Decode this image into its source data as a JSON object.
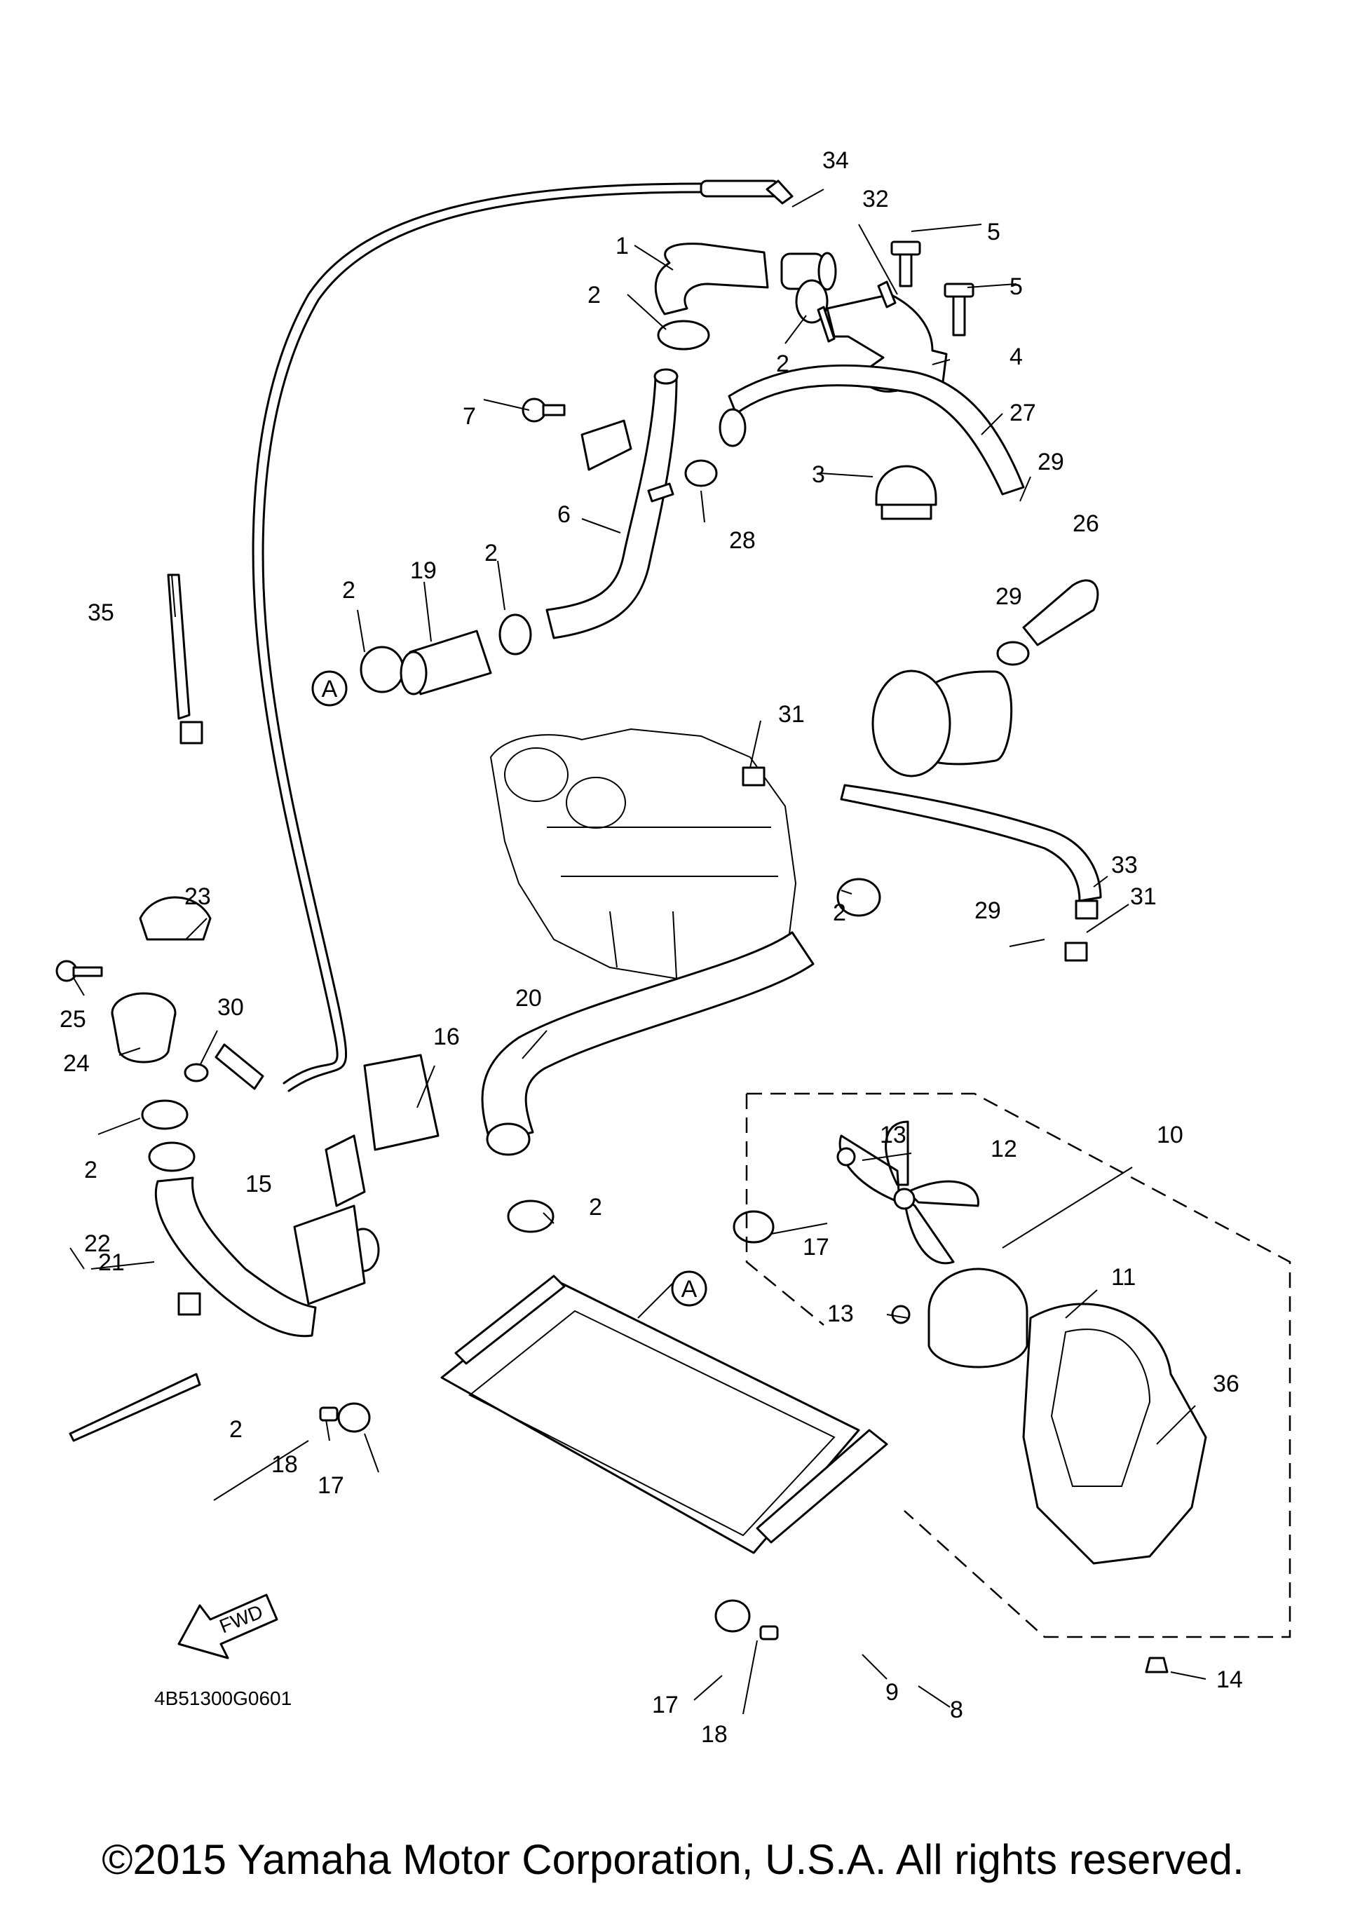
{
  "diagram_ref": "4B51300G0601",
  "copyright": "©2015 Yamaha Motor Corporation, U.S.A. All rights reserved.",
  "fwd_label": "FWD",
  "connection_marker": "A",
  "callouts": [
    "1",
    "2",
    "3",
    "4",
    "5",
    "6",
    "7",
    "8",
    "9",
    "10",
    "11",
    "12",
    "13",
    "14",
    "15",
    "16",
    "17",
    "18",
    "19",
    "20",
    "21",
    "22",
    "23",
    "24",
    "25",
    "26",
    "27",
    "28",
    "29",
    "30",
    "31",
    "32",
    "33",
    "34",
    "35",
    "36"
  ]
}
